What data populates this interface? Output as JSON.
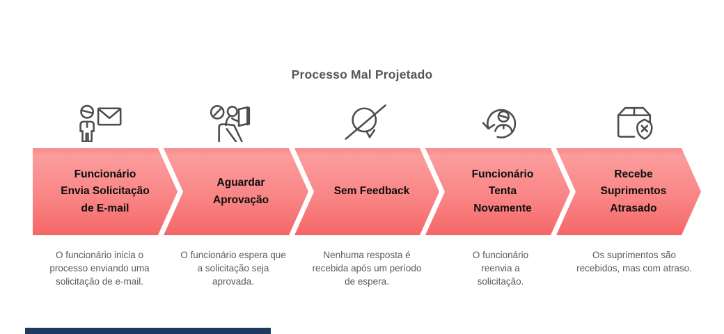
{
  "title": "Processo Mal Projetado",
  "steps": [
    {
      "icon": "employee-sends-email-icon",
      "heading": "Funcionário Envia Solicitação de E-mail",
      "description": "O funcionário inicia o processo enviando uma solicitação de e-mail."
    },
    {
      "icon": "waiting-approval-icon",
      "heading": "Aguardar Aprovação",
      "description": "O funcionário espera que a solicitação seja aprovada."
    },
    {
      "icon": "no-feedback-chat-icon",
      "heading": "Sem Feedback",
      "description": "Nenhuma resposta é recebida após um período de espera."
    },
    {
      "icon": "employee-retry-icon",
      "heading": "Funcionário Tenta Novamente",
      "description": "O funcionário reenvia a solicitação."
    },
    {
      "icon": "delayed-supplies-box-icon",
      "heading": "Recebe Suprimentos Atrasado",
      "description": "Os suprimentos são recebidos, mas com atraso."
    }
  ],
  "colors": {
    "arrow_top": "#fb9c9c",
    "arrow_edge": "#f78b8b",
    "arrow_bottom": "#f56767",
    "heading_color": "#0d0d0d",
    "title_color": "#555555",
    "desc_color": "#5a5a5a",
    "icon_stroke": "#4d4d4d",
    "bar_color": "#1e3a5f"
  }
}
